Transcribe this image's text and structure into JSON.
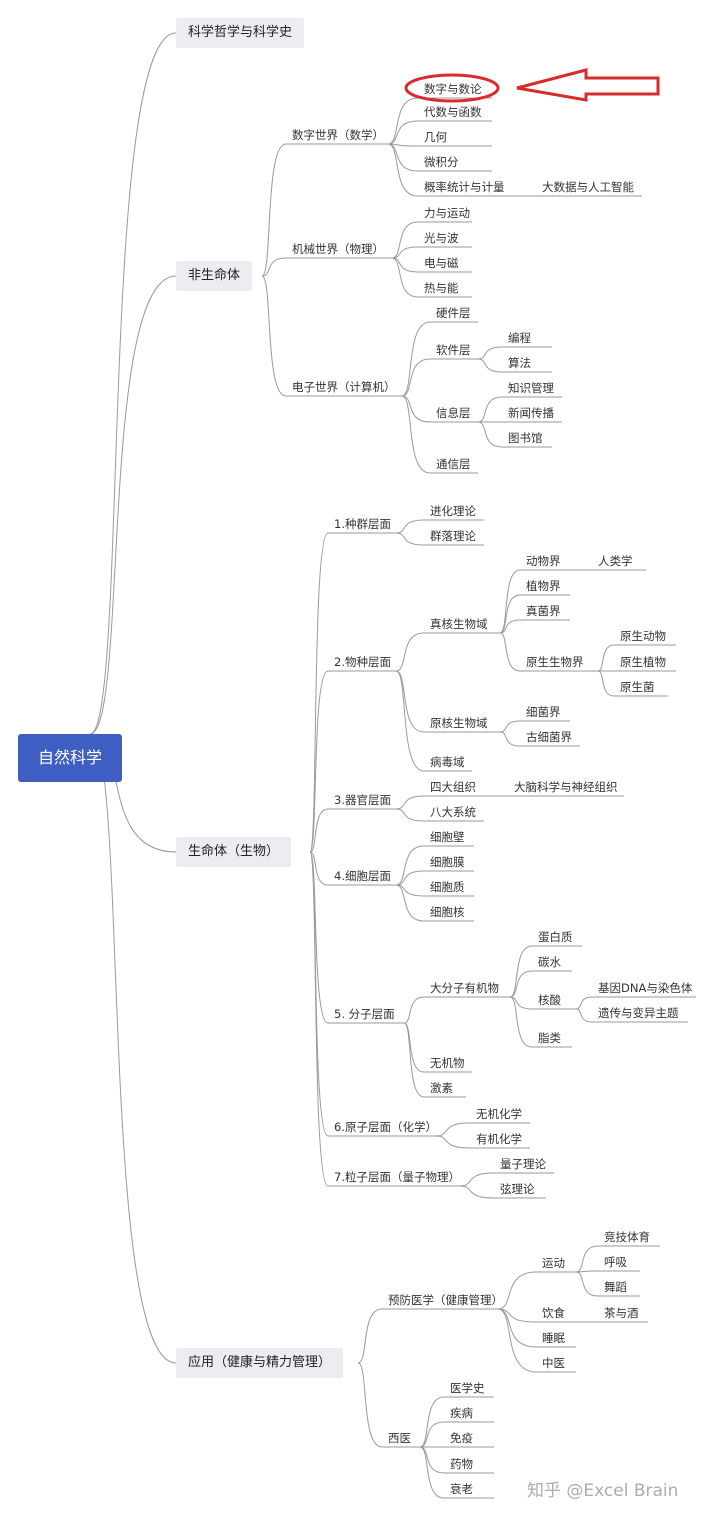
{
  "root": "自然科学",
  "branches": [
    {
      "label": "科学哲学与科学史"
    },
    {
      "label": "非生命体",
      "children": [
        {
          "label": "数字世界（数学）",
          "children": [
            "数字与数论",
            "代数与函数",
            "几何",
            "微积分",
            "概率统计与计量",
            "大数据与人工智能"
          ]
        },
        {
          "label": "机械世界（物理）",
          "children": [
            "力与运动",
            "光与波",
            "电与磁",
            "热与能"
          ]
        },
        {
          "label": "电子世界（计算机）",
          "children": [
            "硬件层",
            "软件层",
            "编程",
            "算法",
            "信息层",
            "知识管理",
            "新闻传播",
            "图书馆",
            "通信层"
          ]
        }
      ]
    },
    {
      "label": "生命体（生物）",
      "children": [
        {
          "label": "1.种群层面",
          "children": [
            "进化理论",
            "群落理论"
          ]
        },
        {
          "label": "2.物种层面",
          "children": [
            "真核生物域",
            "动物界",
            "人类学",
            "植物界",
            "真菌界",
            "原生生物界",
            "原生动物",
            "原生植物",
            "原生菌",
            "原核生物域",
            "细菌界",
            "古细菌界",
            "病毒域"
          ]
        },
        {
          "label": "3.器官层面",
          "children": [
            "四大组织",
            "大脑科学与神经组织",
            "八大系统"
          ]
        },
        {
          "label": "4.细胞层面",
          "children": [
            "细胞壁",
            "细胞膜",
            "细胞质",
            "细胞核"
          ]
        },
        {
          "label": "5. 分子层面",
          "children": [
            "大分子有机物",
            "蛋白质",
            "碳水",
            "核酸",
            "基因DNA与染色体",
            "遗传与变异主题",
            "脂类",
            "无机物",
            "激素"
          ]
        },
        {
          "label": "6.原子层面（化学）",
          "children": [
            "无机化学",
            "有机化学"
          ]
        },
        {
          "label": "7.粒子层面（量子物理）",
          "children": [
            "量子理论",
            "弦理论"
          ]
        }
      ]
    },
    {
      "label": "应用（健康与精力管理）",
      "children": [
        {
          "label": "预防医学（健康管理）",
          "children": [
            "运动",
            "竞技体育",
            "呼吸",
            "舞蹈",
            "饮食",
            "茶与酒",
            "睡眠",
            "中医"
          ]
        },
        {
          "label": "西医",
          "children": [
            "医学史",
            "疾病",
            "免疫",
            "药物",
            "衰老"
          ]
        }
      ]
    }
  ],
  "highlight": {
    "node": "数字与数论",
    "color": "#d92b2b"
  },
  "colors": {
    "root": "#3f5ec4",
    "line": "#9a9a9a",
    "level1_bg": "#ececf1",
    "annotation": "#d92b2b"
  },
  "watermark": "知乎 @Excel Brain"
}
